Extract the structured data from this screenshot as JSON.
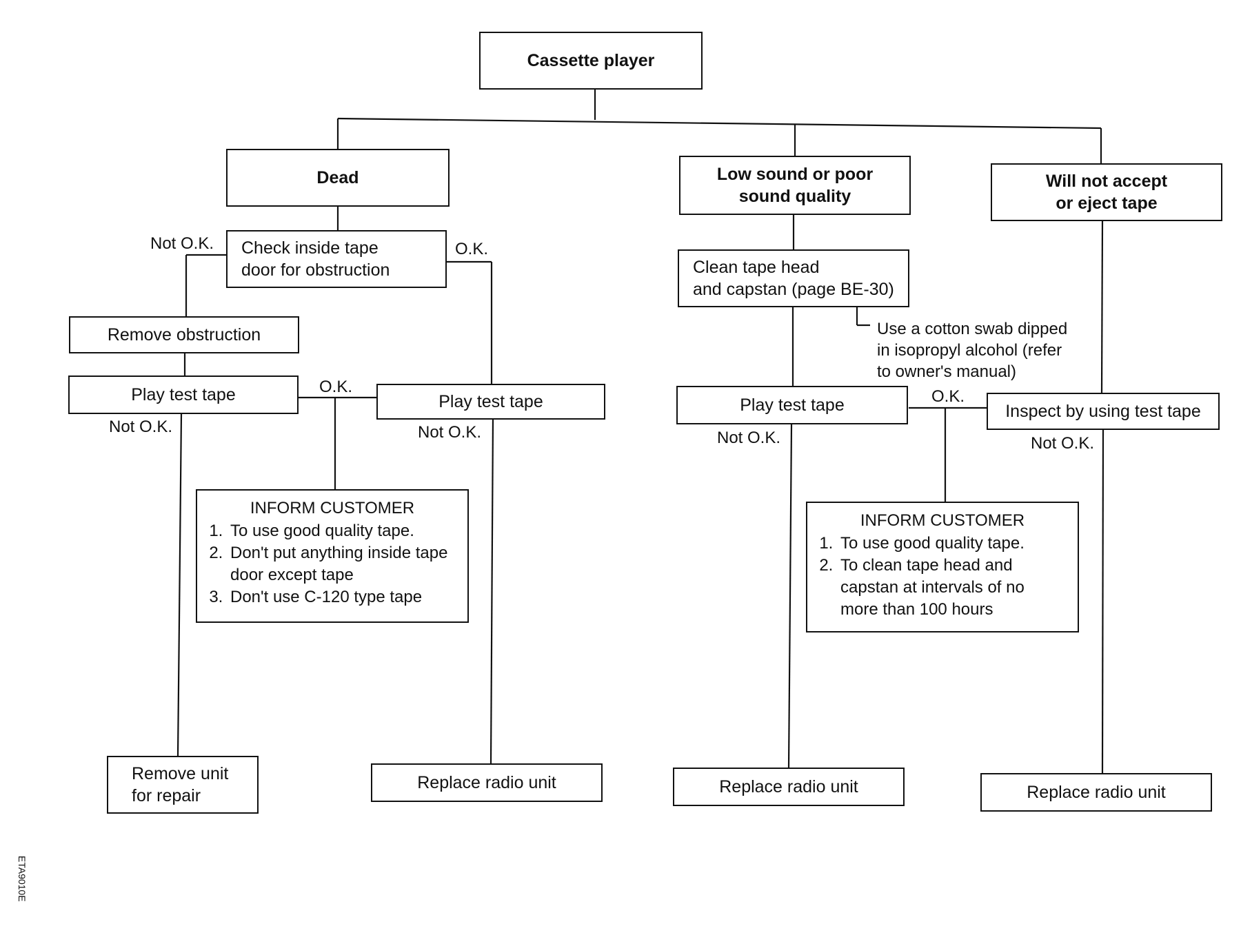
{
  "root": "Cassette player",
  "dead": {
    "title": "Dead",
    "check_line1": "Check inside tape",
    "check_line2": "door for obstruction",
    "not_ok_1": "Not O.K.",
    "ok_1": "O.K.",
    "remove_obstruction": "Remove obstruction",
    "play_left": "Play test tape",
    "ok_2": "O.K.",
    "not_ok_2": "Not O.K.",
    "play_right": "Play test tape",
    "not_ok_3": "Not O.K.",
    "inform": {
      "title": "INFORM CUSTOMER",
      "items": [
        "To use good quality tape.",
        "Don't put anything inside tape door except tape",
        "Don't use C-120 type tape"
      ]
    },
    "remove_unit_line1": "Remove unit",
    "remove_unit_line2": "for repair",
    "replace": "Replace radio unit"
  },
  "low": {
    "title_line1": "Low sound or poor",
    "title_line2": "sound quality",
    "clean_line1": "Clean tape head",
    "clean_line2": "and capstan (page BE-30)",
    "note_line1": "Use a cotton swab dipped",
    "note_line2": "in isopropyl alcohol (refer",
    "note_line3": "to owner's manual)",
    "play": "Play test tape",
    "ok": "O.K.",
    "not_ok": "Not O.K.",
    "inform": {
      "title": "INFORM CUSTOMER",
      "items": [
        "To use good quality tape.",
        "To clean tape head and capstan at intervals of no more than 100 hours"
      ]
    },
    "replace": "Replace radio unit"
  },
  "eject": {
    "title_line1": "Will not accept",
    "title_line2": "or eject tape",
    "inspect": "Inspect by using test tape",
    "not_ok": "Not O.K.",
    "replace": "Replace radio unit"
  },
  "figure_code": "ETA9010E"
}
